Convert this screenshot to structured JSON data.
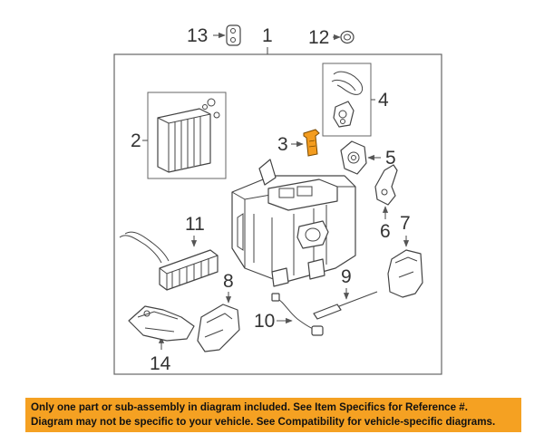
{
  "colors": {
    "background": "#ffffff",
    "line": "#444444",
    "highlight": "#f39c1f",
    "disclaimer_bg": "#f5a122",
    "disclaimer_text": "#111111"
  },
  "callouts": {
    "c1": "1",
    "c2": "2",
    "c3": "3",
    "c4": "4",
    "c5": "5",
    "c6": "6",
    "c7": "7",
    "c8": "8",
    "c9": "9",
    "c10": "10",
    "c11": "11",
    "c12": "12",
    "c13": "13",
    "c14": "14"
  },
  "disclaimer": {
    "line1": "Only one part or sub-assembly in diagram included. See Item Specifics for Reference #.",
    "line2": "Diagram may not be specific to your vehicle. See Compatibility for vehicle-specific diagrams."
  }
}
